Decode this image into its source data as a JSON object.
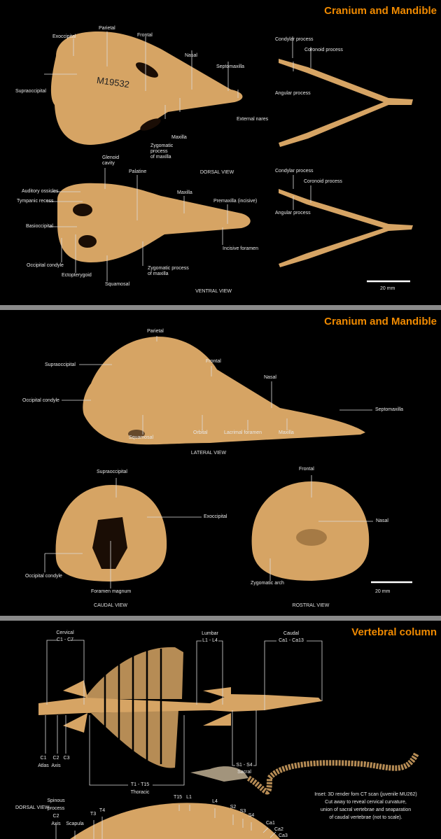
{
  "panel1": {
    "title": "Cranium and Mandible",
    "dorsal": {
      "view": "DORSAL VIEW",
      "specimen_number": "M19532",
      "labels": [
        "Exoccipital",
        "Parietal",
        "Frontal",
        "Nasal",
        "Septomaxilla",
        "Supraoccipital",
        "External nares",
        "Maxilla",
        "Zygomatic",
        "process",
        "of maxilla"
      ],
      "mandible_labels": [
        "Condylar process",
        "Coronoid process",
        "Angular process"
      ]
    },
    "ventral": {
      "view": "VENTRAL VIEW",
      "labels": [
        "Glenoid",
        "cavity",
        "Palatine",
        "Auditory ossicles",
        "Tympanic recess",
        "Maxilla",
        "Premaxilla (incisive)",
        "Basioccipital",
        "Incisive foramen",
        "Occipital condyle",
        "Ectopterygoid",
        "Zygomatic process",
        "of maxilla",
        "Squamosal"
      ],
      "mandible_labels": [
        "Condylar process",
        "Coronoid process",
        "Angular process"
      ]
    },
    "scale": "20 mm"
  },
  "panel2": {
    "title": "Cranium and Mandible",
    "lateral": {
      "view": "LATERAL VIEW",
      "labels": [
        "Parietal",
        "Supraoccipital",
        "Frontal",
        "Nasal",
        "Occipital condyle",
        "Septomaxilla",
        "Squamosal",
        "Orbital",
        "Lacrimal foramen",
        "Maxilla"
      ]
    },
    "caudal": {
      "view": "CAUDAL VIEW",
      "labels": [
        "Supraoccipital",
        "Exoccipital",
        "Occipital condyle",
        "Foramen magnum"
      ]
    },
    "rostral": {
      "view": "ROSTRAL VIEW",
      "labels": [
        "Frontal",
        "Nasal",
        "Zygomatic arch"
      ]
    },
    "scale": "20 mm"
  },
  "panel3": {
    "title": "Vertebral column",
    "view": "DORSAL VIEW",
    "regions": {
      "cervical": [
        "Cervical",
        "C1 - C7"
      ],
      "lumbar": [
        "Lumbar",
        "L1 - L4"
      ],
      "caudal": [
        "Caudal",
        "Ca1 - Ca13"
      ],
      "thoracic": [
        "T1 - T15",
        "Thoracic"
      ],
      "sacral": [
        "S1 - S4",
        "Sacral"
      ]
    },
    "vertebrae": [
      "C1",
      "C2",
      "C3",
      "Atlas",
      "Axis"
    ],
    "inset_caption": [
      "Inset: 3D render fom CT scan (juvenile MU262)",
      "Cut away to reveal cervical curvature,",
      "union of sacral vertebrae and seaparation",
      "of caudal vertebrae (not to scale)."
    ],
    "lateral_labels": [
      "Spinous",
      "process",
      "C2",
      "Axis",
      "Scapula",
      "T3",
      "T4",
      "T15",
      "L1",
      "L4",
      "S2",
      "S3",
      "S4",
      "Ca1",
      "Ca2",
      "Ca3"
    ]
  },
  "colors": {
    "title": "#f08a00",
    "bone": "#d6a464",
    "background": "#000000",
    "separator": "#8a8a8a"
  }
}
